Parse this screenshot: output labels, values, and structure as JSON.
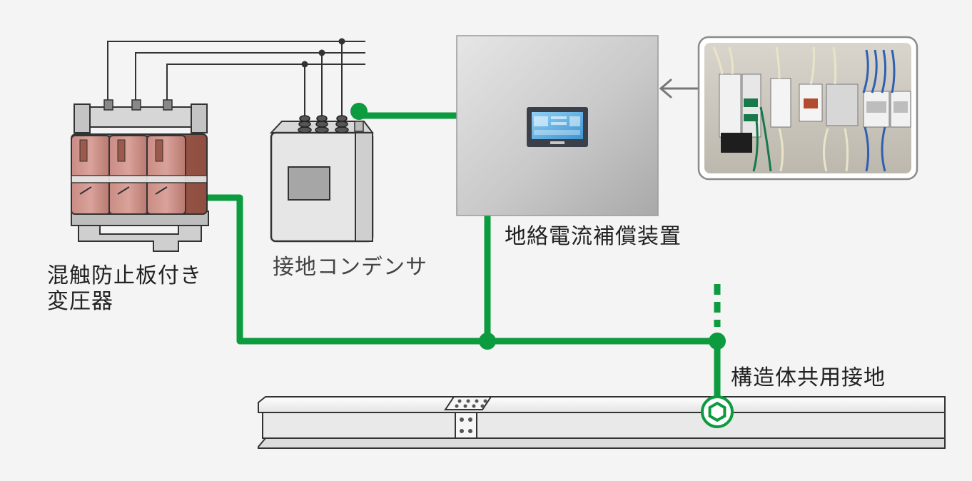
{
  "labels": {
    "transformer_line1": "混触防止板付き",
    "transformer_line2": "変圧器",
    "capacitor": "接地コンデンサ",
    "compensator": "地絡電流補償装置",
    "common_ground": "構造体共用接地"
  },
  "colors": {
    "ground_wire": "#0c9b3e",
    "background": "#f4f4f4",
    "text": "#222222"
  }
}
